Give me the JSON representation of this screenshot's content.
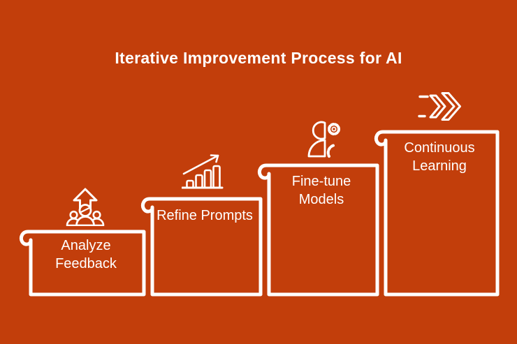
{
  "title": "Iterative Improvement Process for AI",
  "colors": {
    "background": "#C23E0B",
    "foreground": "#FFFFFF"
  },
  "steps": [
    {
      "label": "Analyze Feedback",
      "icon": "team-growth-icon"
    },
    {
      "label": "Refine Prompts",
      "icon": "growth-chart-icon"
    },
    {
      "label": "Fine-tune Models",
      "icon": "person-gears-icon"
    },
    {
      "label": "Continuous Learning",
      "icon": "fast-forward-icon"
    }
  ]
}
